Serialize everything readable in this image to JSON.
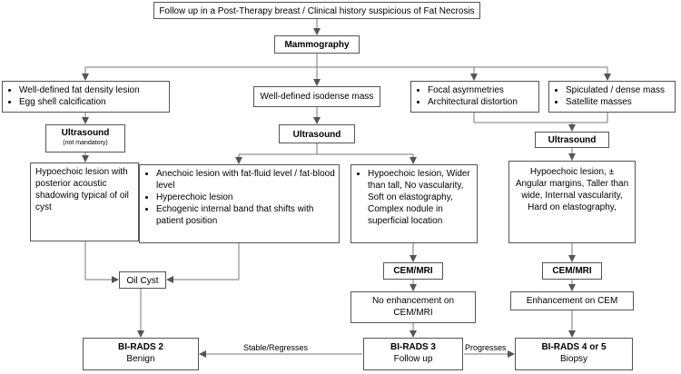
{
  "top": "Follow up in a Post-Therapy breast / Clinical history suspicious of Fat Necrosis",
  "mammography": "Mammography",
  "fat_lesion": [
    "Well-defined fat density lesion",
    "Egg shell calcification"
  ],
  "isodense": "Well-defined isodense mass",
  "focal": [
    "Focal asymmetries",
    "Architectural distortion"
  ],
  "spiculated": [
    "Spiculated / dense mass",
    "Satellite masses"
  ],
  "us_left": {
    "title": "Ultrasound",
    "note": "(not mandatory)"
  },
  "us_mid": "Ultrasound",
  "us_right": "Ultrasound",
  "oil_cyst_desc": "Hypoechoic lesion with posterior acoustic shadowing typical of oil cyst",
  "anechoic": [
    "Anechoic lesion with fat-fluid level / fat-blood level",
    "Hyperechoic lesion",
    "Echogenic internal band that shifts with patient position"
  ],
  "hypo_soft": [
    "Hypoechoic lesion, Wider than tall, No vascularity, Soft on elastography, Complex nodule in superficial location"
  ],
  "hypo_hard": "Hypoechoic lesion, ± Angular margins, Taller than wide, Internal vascularity, Hard on elastography,",
  "oil_cyst": "Oil Cyst",
  "cem_mid": "CEM/MRI",
  "cem_right": "CEM/MRI",
  "no_enh": "No enhancement on CEM/MRI",
  "enh": "Enhancement on CEM",
  "birads2": {
    "title": "BI-RADS 2",
    "sub": "Benign"
  },
  "birads3": {
    "title": "BI-RADS 3",
    "sub": "Follow up"
  },
  "birads45": {
    "title": "BI-RADS 4 or 5",
    "sub": "Biopsy"
  },
  "edge_stable": "Stable/Regresses",
  "edge_progresses": "Progresses"
}
